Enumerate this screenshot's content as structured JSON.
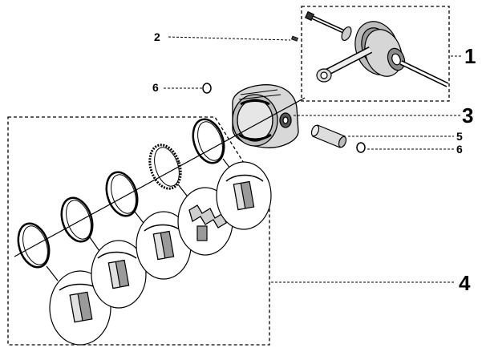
{
  "diagram": {
    "callouts": {
      "crankshaft": "1",
      "pin": "2",
      "piston": "3",
      "rings": "4",
      "gudgeon_pin": "5",
      "circlip_left": "6",
      "circlip_right": "6"
    },
    "colors": {
      "line": "#000000",
      "shade": "#9a9a9a",
      "light": "#d4d4d4",
      "background": "#ffffff"
    }
  }
}
